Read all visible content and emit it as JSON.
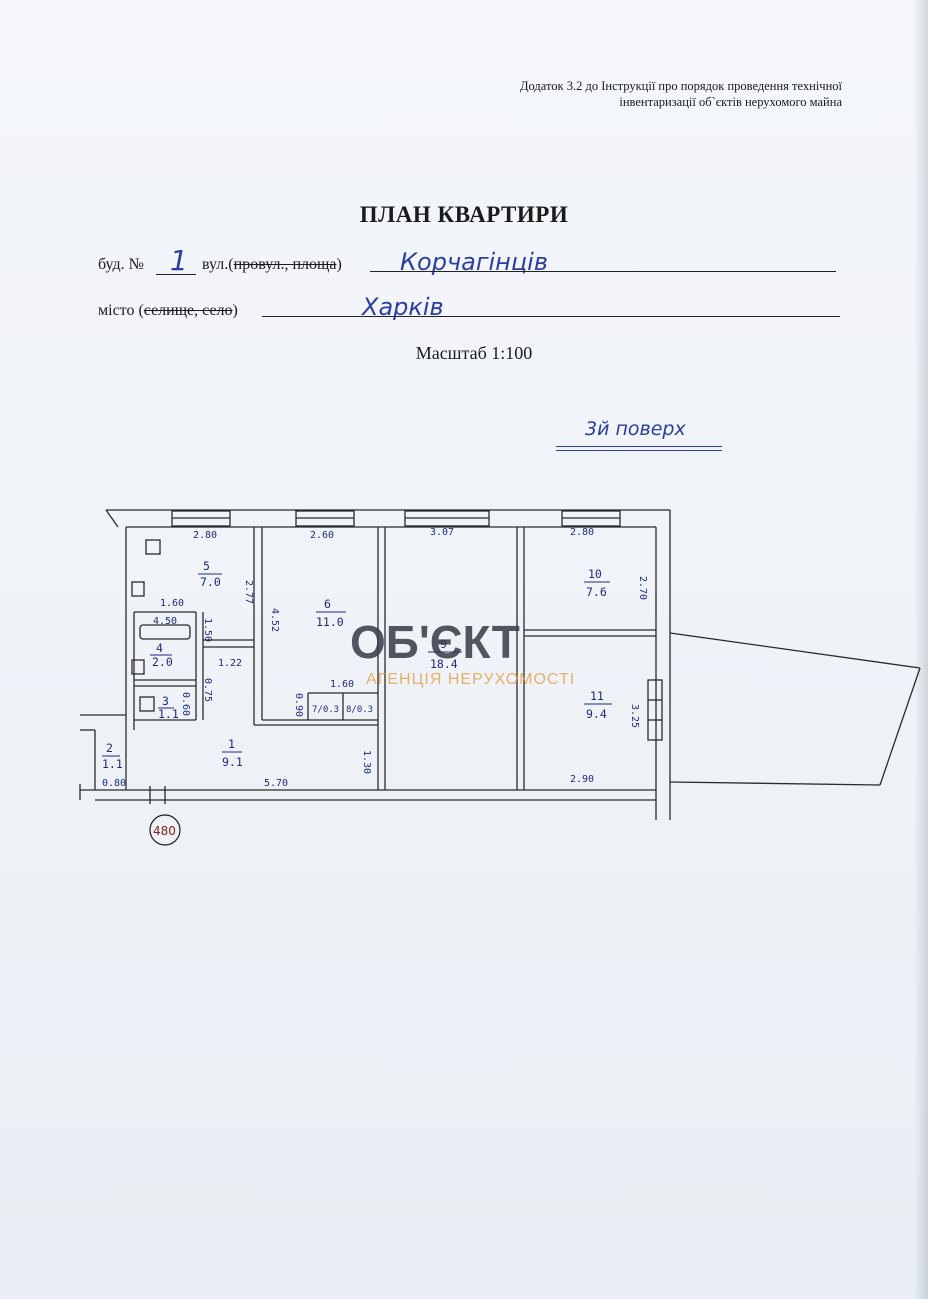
{
  "annex": {
    "line1": "Додаток 3.2 до Інструкції про порядок проведення технічної",
    "line2": "інвентаризації об`єктів нерухомого майна"
  },
  "title": "ПЛАН КВАРТИРИ",
  "address": {
    "building_label": "буд. №",
    "building_number": "1",
    "street_label_prefix": "вул.(",
    "street_label_struck": "провул., площа",
    "street_label_suffix": ")",
    "street_value": "Корчагінців",
    "city_label_prefix": "місто (",
    "city_label_struck": "селище, село",
    "city_label_suffix": ")",
    "city_value": "Харків"
  },
  "scale": "Масштаб 1:100",
  "floor": "3й поверх",
  "plan": {
    "dims": {
      "top_1": "2.80",
      "top_2": "2.60",
      "top_3": "3.07",
      "top_4": "2.80",
      "d_160": "1.60",
      "d_450": "4.50",
      "d_122": "1.22",
      "d_160b": "1.60",
      "d_452": "4.52",
      "d_277": "2.77",
      "d_270": "2.70",
      "d_325": "3.25",
      "d_130": "1.30",
      "d_150": "1.50",
      "d_075": "0.75",
      "d_090": "0.90",
      "d_060": "0.60",
      "bottom_1": "0.80",
      "bottom_2": "5.70",
      "bottom_3": "2.90"
    },
    "rooms": [
      {
        "num": "1",
        "area": "9.1"
      },
      {
        "num": "2",
        "area": "1.1"
      },
      {
        "num": "3",
        "area": "1.1"
      },
      {
        "num": "4",
        "area": "2.0"
      },
      {
        "num": "5",
        "area": "7.0"
      },
      {
        "num": "6",
        "area": "11.0"
      },
      {
        "num": "9",
        "area": "18.4"
      },
      {
        "num": "10",
        "area": "7.6"
      },
      {
        "num": "11",
        "area": "9.4"
      }
    ],
    "closets": {
      "c7": "7/0.3",
      "c8": "8/0.3"
    }
  },
  "watermark": {
    "brand": "ОБ'ЄКТ",
    "tagline": "АГЕНЦІЯ НЕРУХОМОСТІ"
  },
  "stamp_number": "480",
  "colors": {
    "ink": "#2b3fa3",
    "stamp": "#8a1d1d",
    "brand_accent": "#e59a3a"
  }
}
